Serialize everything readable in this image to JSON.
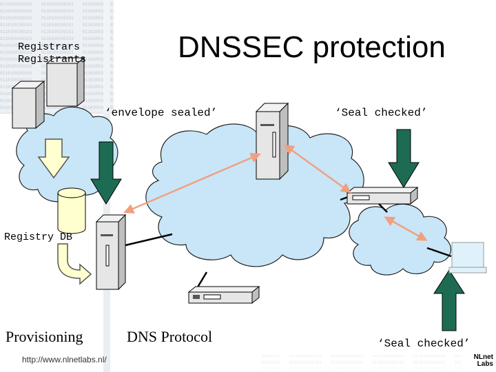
{
  "title": "DNSSEC protection",
  "labels": {
    "registrars": "Registrars",
    "registrants": "Registrants",
    "envelope_sealed": "‘envelope sealed’",
    "seal_checked_top": "‘Seal checked’",
    "registry_db": "Registry DB",
    "provisioning": "Provisioning",
    "dns_protocol": "DNS Protocol",
    "seal_checked_bottom": "‘Seal checked’",
    "url": "http://www.nlnetlabs.nl/"
  },
  "logo": {
    "line1": "NLnet",
    "line2": "Labs"
  },
  "colors": {
    "cloud": "#c8e6f7",
    "green_arrow": "#1e6b54",
    "yellow_arrow": "#ffffd0",
    "salmon_link": "#f0a080",
    "server_fill": "#e6e6e6",
    "monitor_screen": "#dff1fb",
    "binary_bg": "#d6dde4"
  },
  "icons": [
    "server-icon",
    "desktop-icon",
    "database-icon",
    "router-icon",
    "laptop-icon",
    "green-down-arrow-icon",
    "yellow-down-arrow-icon",
    "curved-arrow-icon"
  ]
}
